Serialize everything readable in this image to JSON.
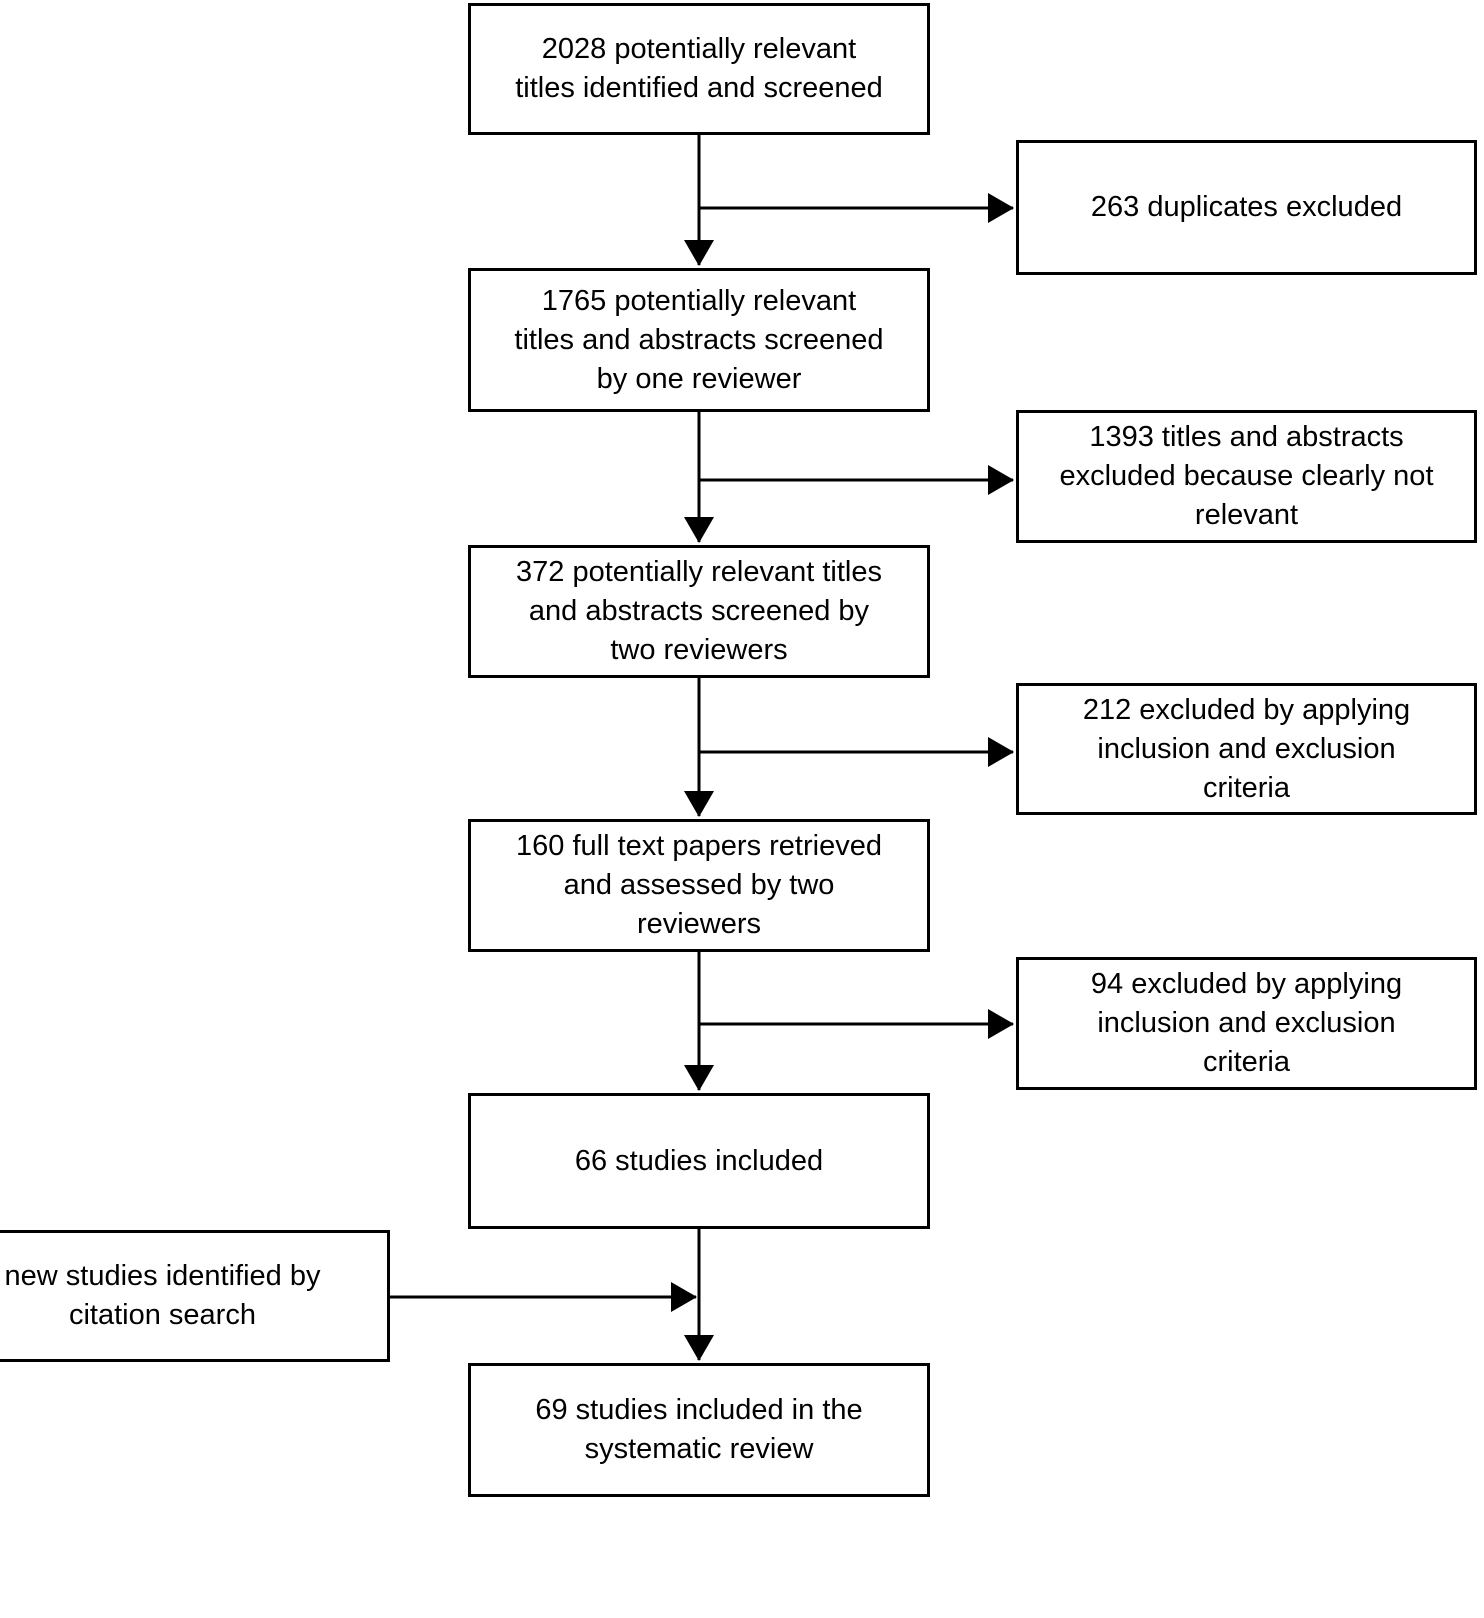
{
  "diagram": {
    "type": "flowchart-systematic-review-study-selection",
    "colors": {
      "background": "#ffffff",
      "box_fill": "#ffffff",
      "box_border": "#000000",
      "text": "#000000",
      "arrow": "#000000"
    },
    "nodes": {
      "titles_identified": {
        "text": "2028 potentially relevant\ntitles identified and screened"
      },
      "duplicates_excluded": {
        "text": "263 duplicates excluded"
      },
      "screened_one_reviewer": {
        "text": "1765 potentially relevant\ntitles and abstracts screened\nby one reviewer"
      },
      "not_relevant_excluded": {
        "text": "1393 titles and abstracts\nexcluded because clearly not\nrelevant"
      },
      "screened_two_reviewers": {
        "text": "372 potentially relevant titles\nand abstracts screened by\ntwo reviewers"
      },
      "excluded_criteria_screening": {
        "text": "212 excluded by applying\ninclusion and exclusion\ncriteria"
      },
      "full_text_assessed": {
        "text": "160 full text papers retrieved\nand assessed by two\nreviewers"
      },
      "excluded_criteria_full_text": {
        "text": "94 excluded by applying\ninclusion and exclusion\ncriteria"
      },
      "studies_included": {
        "text": "66 studies included"
      },
      "citation_search": {
        "text": "new studies identified by\ncitation search"
      },
      "final_included": {
        "text": "69 studies included in the\nsystematic review"
      }
    }
  }
}
